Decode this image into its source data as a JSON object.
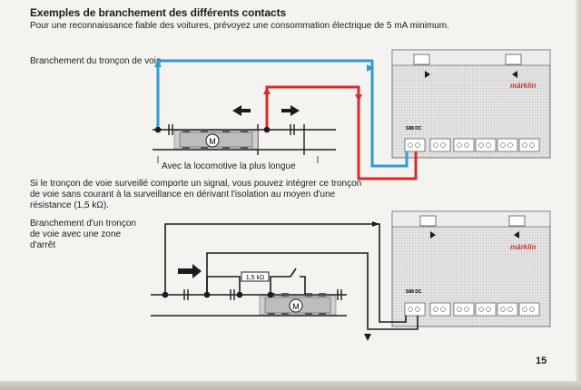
{
  "title": "Exemples de branchement des différents contacts",
  "subtitle": "Pour une reconnaissance fiable des voitures, prévoyez une consommation électrique de 5 mA minimum.",
  "figure1": {
    "label": "Branchement du tronçon de voie",
    "caption": "Avec la locomotive la plus longue",
    "motor_symbol": "M",
    "module": {
      "brand": "märklin",
      "model": "S88 DC"
    }
  },
  "paragraph": "Si le tronçon de voie surveillé comporte un signal, vous pouvez intégrer ce tronçon de voie sans courant à la surveillance en dérivant l'isolation au moyen d'une résistance (1,5 kΩ).",
  "figure2": {
    "label": "Branchement d'un tronçon de voie avec une zone d'arrêt",
    "resistor": "1,5 kΩ",
    "motor_symbol": "M",
    "module": {
      "brand": "märklin",
      "model": "S88 DC"
    }
  },
  "page_number": "15",
  "colors": {
    "wire_blue": "#2f9bd6",
    "wire_red": "#d92b2b",
    "wire_black": "#1c1c1c",
    "module_gray": "#e1e1e1"
  }
}
